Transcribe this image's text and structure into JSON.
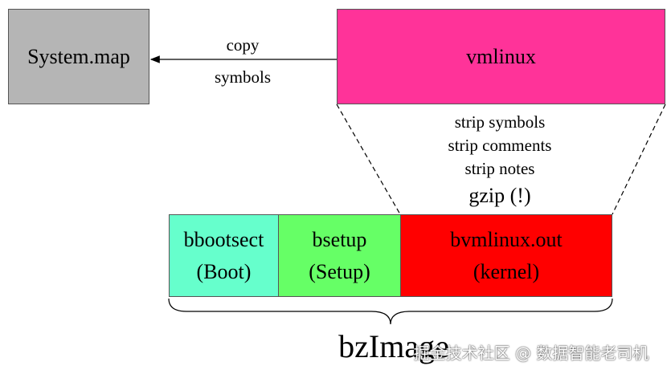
{
  "system_map": {
    "label": "System.map",
    "color": "#b5b5b5"
  },
  "vmlinux": {
    "label": "vmlinux",
    "color": "#ff3399"
  },
  "copy_arrow": {
    "line1": "copy",
    "line2": "symbols"
  },
  "strip_steps": [
    "strip symbols",
    "strip comments",
    "strip notes",
    "gzip (!)"
  ],
  "segments": [
    {
      "line1": "bbootsect",
      "line2": "(Boot)",
      "color": "#66ffcc"
    },
    {
      "line1": "bsetup",
      "line2": "(Setup)",
      "color": "#66ff66"
    },
    {
      "line1": "bvmlinux.out",
      "line2": "(kernel)",
      "color": "#ff0000"
    }
  ],
  "bzimage": {
    "label": "bzImage"
  },
  "watermark": {
    "text": "掘金技术社区 @ 数据智能老司机"
  }
}
